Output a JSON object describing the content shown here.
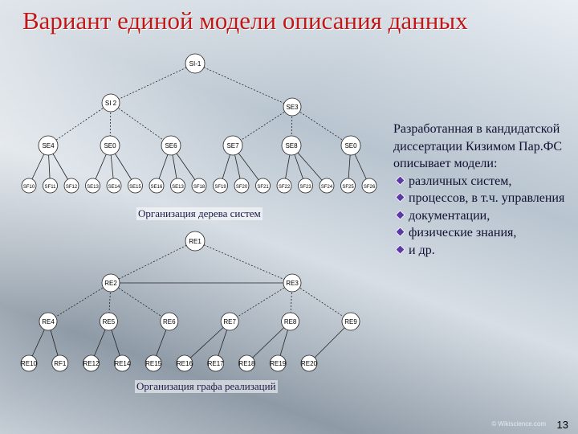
{
  "title": "Вариант единой модели описания данных",
  "top_diagram": {
    "caption": "Организация дерева систем",
    "root": "SI-1",
    "level1": [
      "SI 2",
      "SE3"
    ],
    "level2": [
      "SE4",
      "SE0",
      "SE6",
      "SE7",
      "SE8",
      "SE0"
    ],
    "leaves": [
      "SF10",
      "SF11",
      "SF12",
      "SE13",
      "SE14",
      "SE15",
      "SE16",
      "SE13",
      "SF18",
      "SF19",
      "SF20",
      "SF21",
      "SF22",
      "SF23",
      "SF24",
      "SF25",
      "SF26"
    ]
  },
  "bottom_diagram": {
    "caption": "Организация графа реализаций",
    "root": "RE1",
    "level1": [
      "RE2",
      "RE3"
    ],
    "level2": [
      "RE4",
      "RE5",
      "RE6",
      "RE7",
      "RE8",
      "RE9"
    ],
    "leaves": [
      "RE10",
      "RF1",
      "RE12",
      "RE14",
      "RE15",
      "RE16",
      "RE17",
      "RE18",
      "RE19",
      "RE20"
    ]
  },
  "description": {
    "intro": "Разработанная в кандидатской диссертации Кизимом Пар.ФС описывает модели:",
    "bullets": [
      "различных систем,",
      "процессов, в т.ч. управления",
      "документации,",
      "физические знания,",
      "и др."
    ]
  },
  "watermark": "© Wikiscience.com",
  "page_number": "13"
}
